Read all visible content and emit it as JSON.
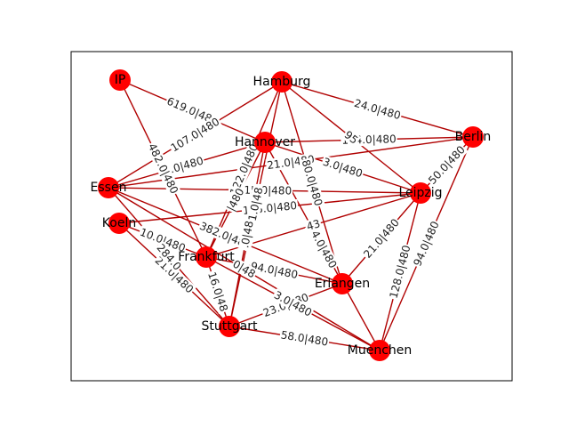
{
  "graph": {
    "nodes": [
      {
        "id": "IP",
        "label": "IP"
      },
      {
        "id": "Hamburg",
        "label": "Hamburg"
      },
      {
        "id": "Hannover",
        "label": "Hannover"
      },
      {
        "id": "Berlin",
        "label": "Berlin"
      },
      {
        "id": "Essen",
        "label": "Essen"
      },
      {
        "id": "Leipzig",
        "label": "Leipzig"
      },
      {
        "id": "Koeln",
        "label": "Koeln"
      },
      {
        "id": "Frankfurt",
        "label": "Frankfurt"
      },
      {
        "id": "Erlangen",
        "label": "Erlangen"
      },
      {
        "id": "Stuttgart",
        "label": "Stuttgart"
      },
      {
        "id": "Muenchen",
        "label": "Muenchen"
      }
    ],
    "edges": [
      {
        "source": "IP",
        "target": "Hannover",
        "label": "619.0|480"
      },
      {
        "source": "IP",
        "target": "Frankfurt",
        "label": "482.0|480"
      },
      {
        "source": "Hamburg",
        "target": "Berlin",
        "label": "24.0|480"
      },
      {
        "source": "Hannover",
        "target": "Berlin",
        "label": "154.0|480"
      },
      {
        "source": "Essen",
        "target": "Hamburg",
        "label": "107.0|480"
      },
      {
        "source": "Essen",
        "target": "Hannover",
        "label": ".0|480"
      },
      {
        "source": "Essen",
        "target": "Leipzig",
        "label": "115.0|480"
      },
      {
        "source": "Essen",
        "target": "Berlin",
        "label": "21.0|480"
      },
      {
        "source": "Koeln",
        "target": "Leipzig",
        "label": "145.0|480"
      },
      {
        "source": "Koeln",
        "target": "Frankfurt",
        "label": "10.0|480"
      },
      {
        "source": "Koeln",
        "target": "Stuttgart",
        "label": "21.0|480"
      },
      {
        "source": "Essen",
        "target": "Erlangen",
        "label": "382.0|480"
      },
      {
        "source": "Frankfurt",
        "target": "Erlangen",
        "label": "94.0|480"
      },
      {
        "source": "Stuttgart",
        "target": "Erlangen",
        "label": "23.0|480"
      },
      {
        "source": "Stuttgart",
        "target": "Muenchen",
        "label": "58.0|480"
      },
      {
        "source": "Erlangen",
        "target": "Leipzig",
        "label": "21.0|480"
      },
      {
        "source": "Muenchen",
        "target": "Leipzig",
        "label": "128.0|480"
      },
      {
        "source": "Muenchen",
        "target": "Berlin",
        "label": "94.0|480"
      },
      {
        "source": "Leipzig",
        "target": "Berlin",
        "label": "50.0|480"
      },
      {
        "source": "Hamburg",
        "target": "Erlangen",
        "label": "80.0|480"
      },
      {
        "source": "Hannover",
        "target": "Muenchen",
        "label": "44.0|480"
      },
      {
        "source": "Frankfurt",
        "target": "Hamburg",
        "label": "122.0|480"
      },
      {
        "source": "Hamburg",
        "target": "Leipzig",
        "label": "95"
      },
      {
        "source": "Hannover",
        "target": "Leipzig",
        "label": "3.0|480"
      },
      {
        "source": "Frankfurt",
        "target": "Leipzig",
        "label": "43"
      },
      {
        "source": "Essen",
        "target": "Stuttgart",
        "label": "284.0"
      },
      {
        "source": "Frankfurt",
        "target": "Stuttgart",
        "label": "16.0|48"
      },
      {
        "source": "Frankfurt",
        "target": "Muenchen",
        "label": "3.0|480"
      },
      {
        "source": "Hamburg",
        "target": "Stuttgart",
        "label": "1.0|48"
      },
      {
        "source": "Hannover",
        "target": "Frankfurt",
        "label": "|480"
      },
      {
        "source": "Essen",
        "target": "Muenchen",
        "label": "0|48"
      },
      {
        "source": "Hannover",
        "target": "Stuttgart",
        "label": ".0|48"
      }
    ]
  },
  "colors": {
    "edge": "#b00000",
    "node": "#ff0000",
    "frame": "#000000",
    "background": "#ffffff"
  }
}
